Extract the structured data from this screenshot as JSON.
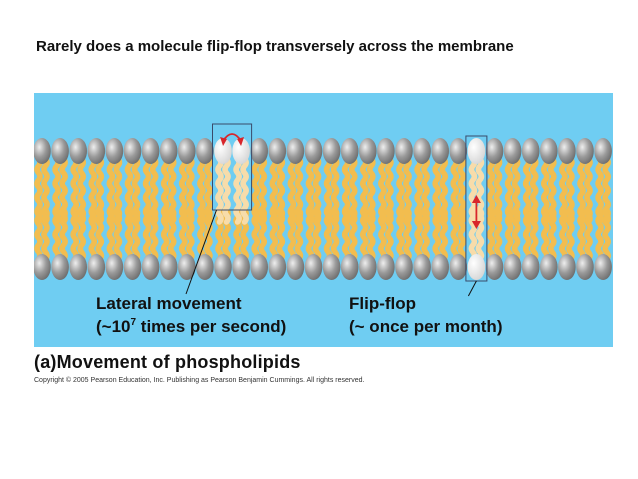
{
  "title": "Rarely does a molecule flip-flop transversely across the membrane",
  "lateral": {
    "line1": "Lateral movement",
    "line2_prefix": "(~10",
    "line2_exponent": "7",
    "line2_suffix": " times per second)"
  },
  "flipflop": {
    "line1": "Flip-flop",
    "line2": "(~ once per month)"
  },
  "caption": {
    "tag": "(a)",
    "text": "Movement of phospholipids"
  },
  "copyright": "Copyright © 2005 Pearson Education, Inc. Publishing as Pearson Benjamin Cummings. All rights reserved.",
  "colors": {
    "water": "#6fcdf2",
    "tail": "#f2bd4f",
    "tail_dark": "#d9961f",
    "head": "#9a9a9a",
    "highlight_head": "#d6d6d6",
    "highlight_tail": "#f7dcaa",
    "arrow": "#d8262b",
    "frame": "#3a4a6a"
  }
}
